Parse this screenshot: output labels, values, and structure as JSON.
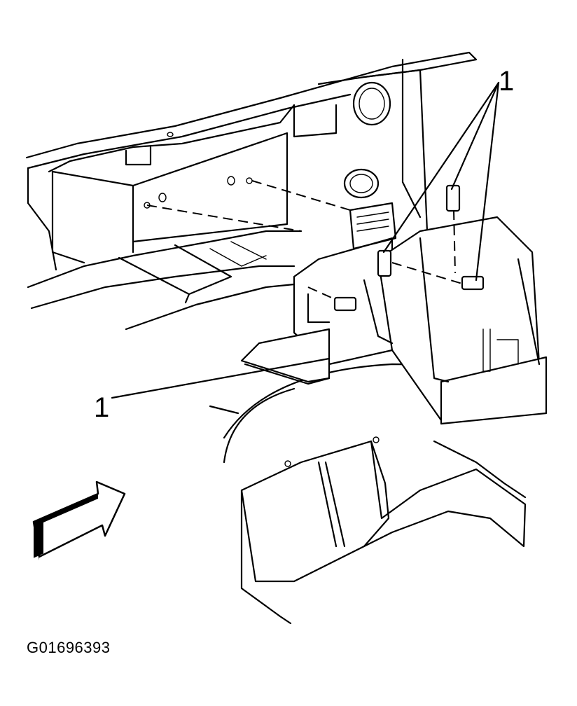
{
  "figure": {
    "callouts": [
      {
        "id": "top",
        "label": "1"
      },
      {
        "id": "left",
        "label": "1"
      }
    ],
    "figure_id": "G01696393",
    "icons": [
      "direction-arrow-icon"
    ]
  }
}
